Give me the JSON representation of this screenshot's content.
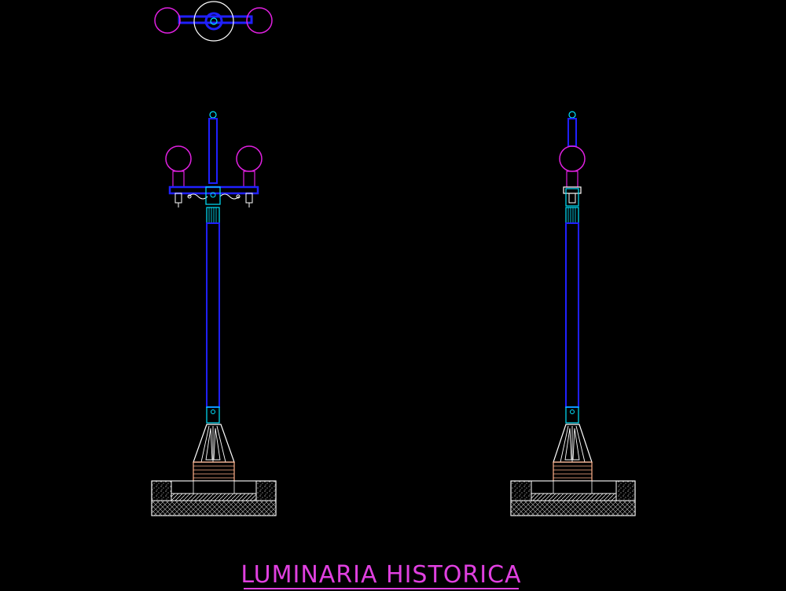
{
  "drawing": {
    "title": "LUMINARIA HISTORICA",
    "colors": {
      "background": "#000000",
      "pole": "#2020ff",
      "globe": "#e020e0",
      "accent": "#00e5ff",
      "line": "#ffffff",
      "hatch_warm": "#ffb08a",
      "title": "#e040e0"
    },
    "views": [
      {
        "name": "plan-view",
        "globes": 2
      },
      {
        "name": "front-elevation",
        "globes": 2
      },
      {
        "name": "side-elevation",
        "globes": 1
      }
    ]
  }
}
